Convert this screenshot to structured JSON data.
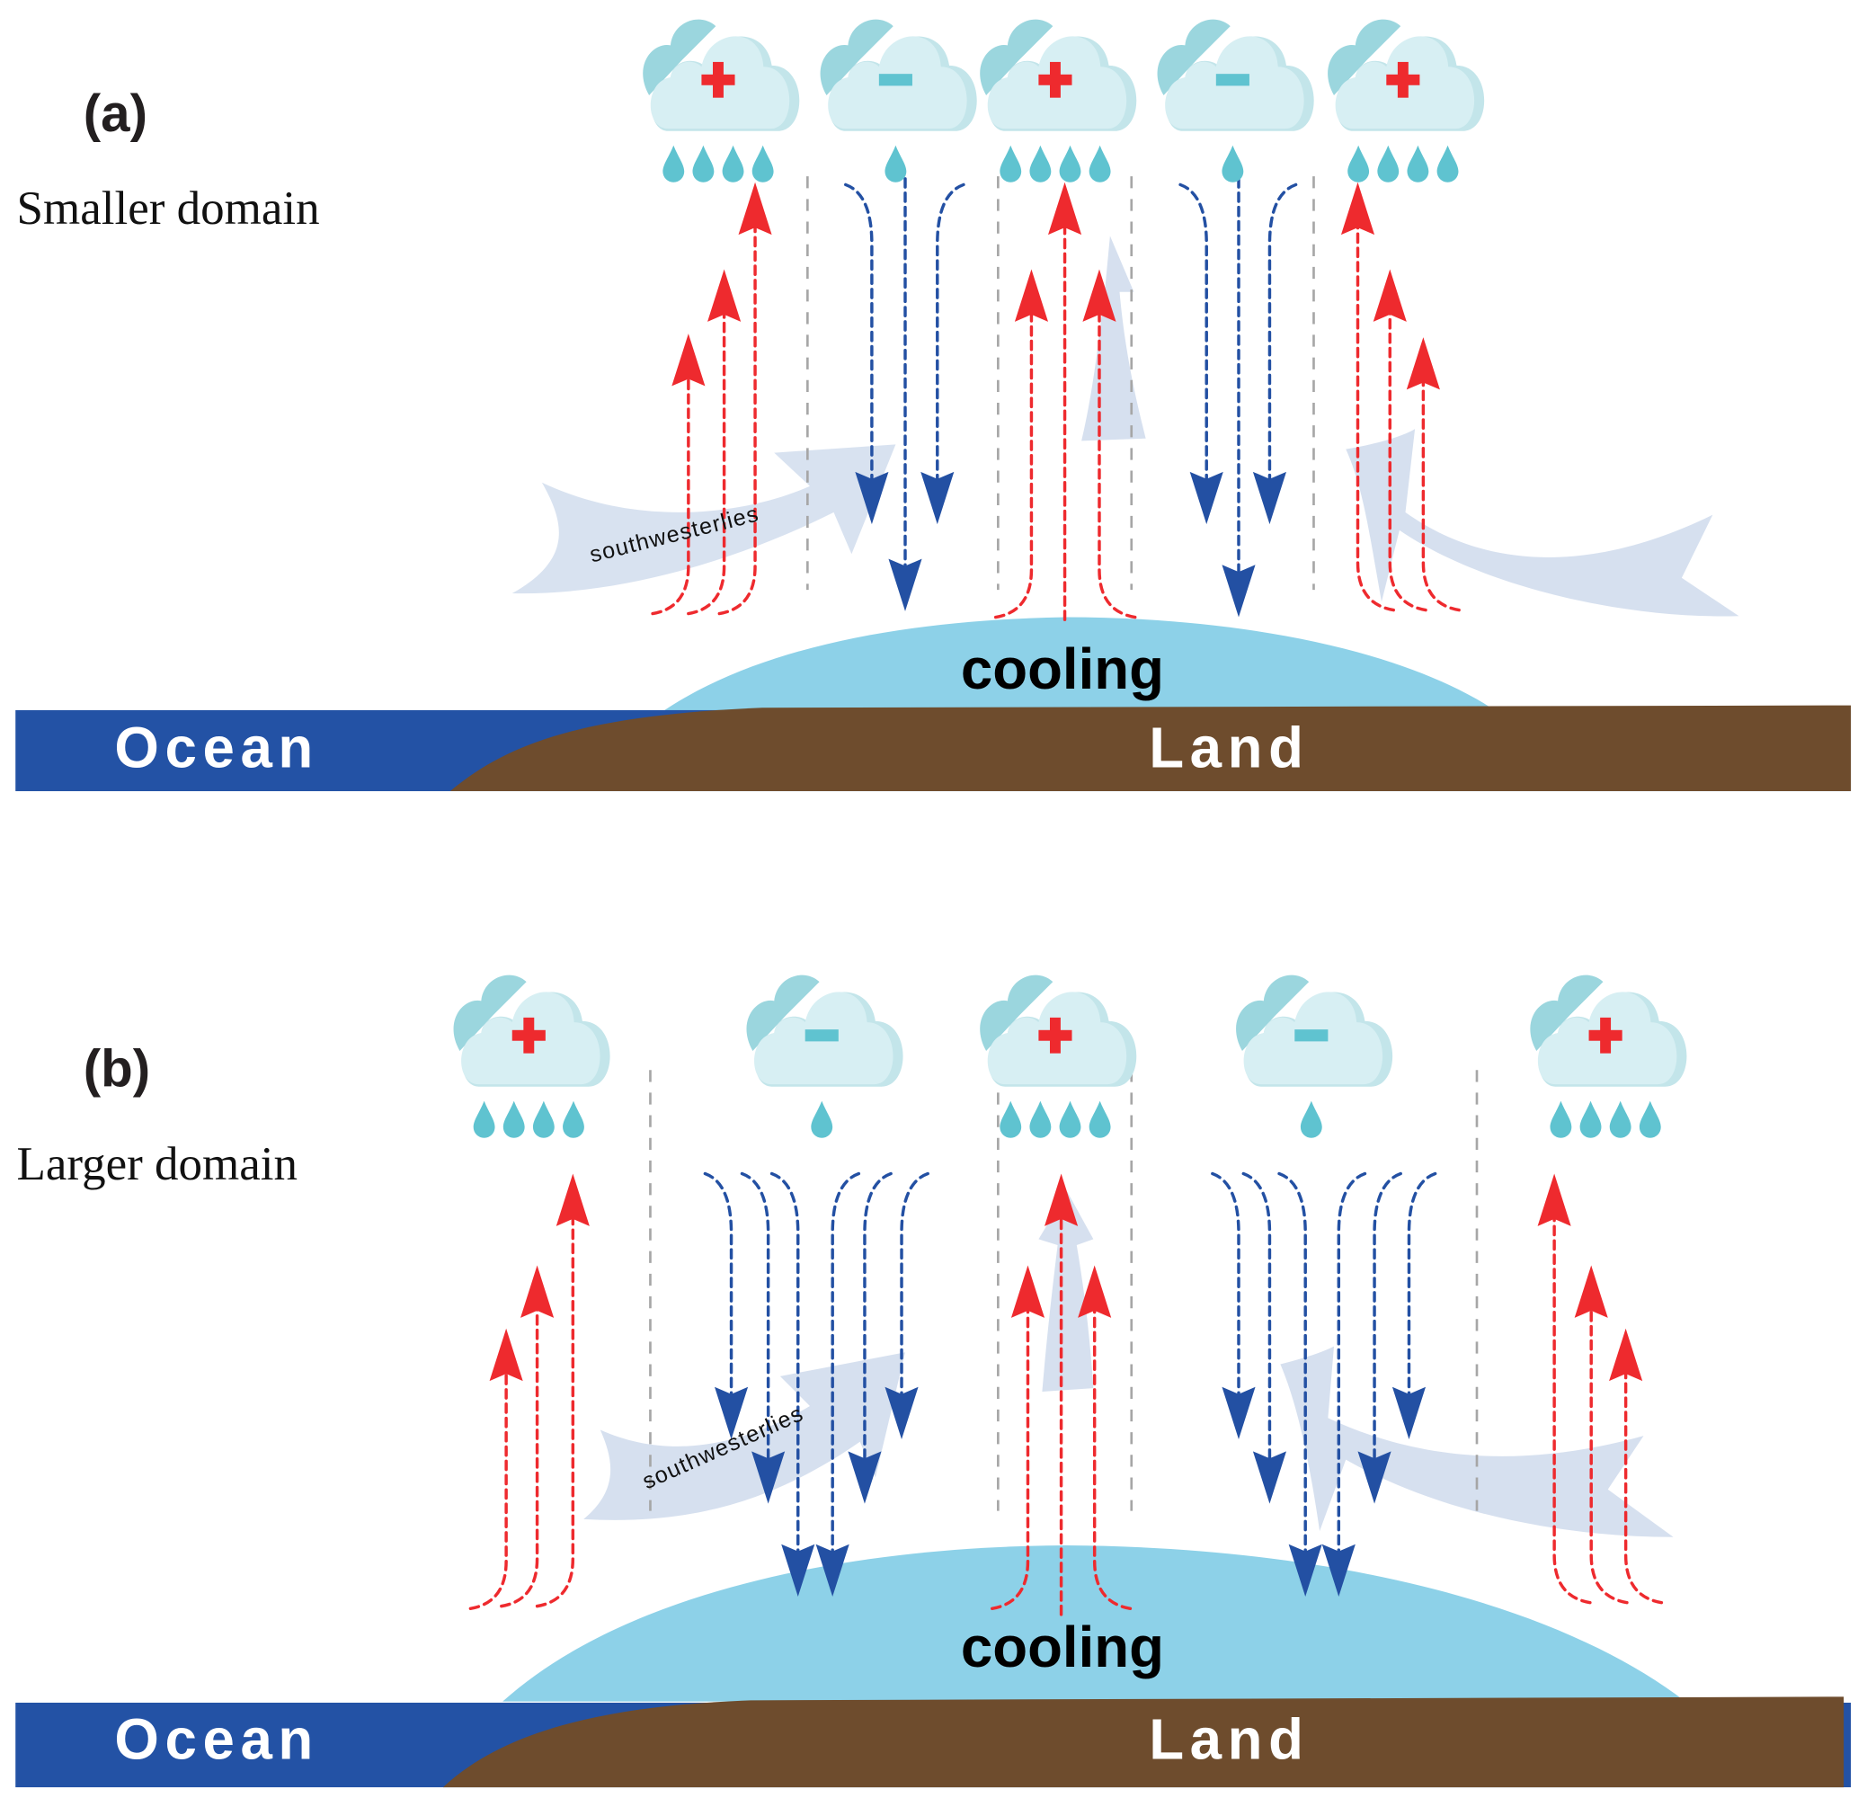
{
  "colors": {
    "ocean": "#2352a5",
    "land": "#6e4c2d",
    "cooling": "#8dd1e8",
    "updraft": "#ee2a2e",
    "downdraft": "#2350a3",
    "wind": "#d6e0ef",
    "divider": "#a6a6a6",
    "cloud_front": "#d7eff3",
    "cloud_shade": "#c3e5ea",
    "cloud_back": "#9bd6de",
    "drop": "#5fc3d0",
    "plus": "#ee2a2e",
    "minus": "#5fc3d0"
  },
  "panels": [
    {
      "id": "a",
      "label": "(a)",
      "domain": "Smaller domain",
      "wind_label": "southwesterlies",
      "cooling_label": "cooling",
      "ocean_label": "Ocean",
      "land_label": "Land",
      "clouds": [
        {
          "sign": "+",
          "precip": "enhanced",
          "drops": 4
        },
        {
          "sign": "−",
          "precip": "suppressed",
          "drops": 1
        },
        {
          "sign": "+",
          "precip": "enhanced",
          "drops": 4
        },
        {
          "sign": "−",
          "precip": "suppressed",
          "drops": 1
        },
        {
          "sign": "+",
          "precip": "enhanced",
          "drops": 4
        }
      ]
    },
    {
      "id": "b",
      "label": "(b)",
      "domain": "Larger domain",
      "wind_label": "southwesterlies",
      "cooling_label": "cooling",
      "ocean_label": "Ocean",
      "land_label": "Land",
      "clouds": [
        {
          "sign": "+",
          "precip": "enhanced",
          "drops": 4
        },
        {
          "sign": "−",
          "precip": "suppressed",
          "drops": 1
        },
        {
          "sign": "+",
          "precip": "enhanced",
          "drops": 4
        },
        {
          "sign": "−",
          "precip": "suppressed",
          "drops": 1
        },
        {
          "sign": "+",
          "precip": "enhanced",
          "drops": 4
        }
      ]
    }
  ]
}
